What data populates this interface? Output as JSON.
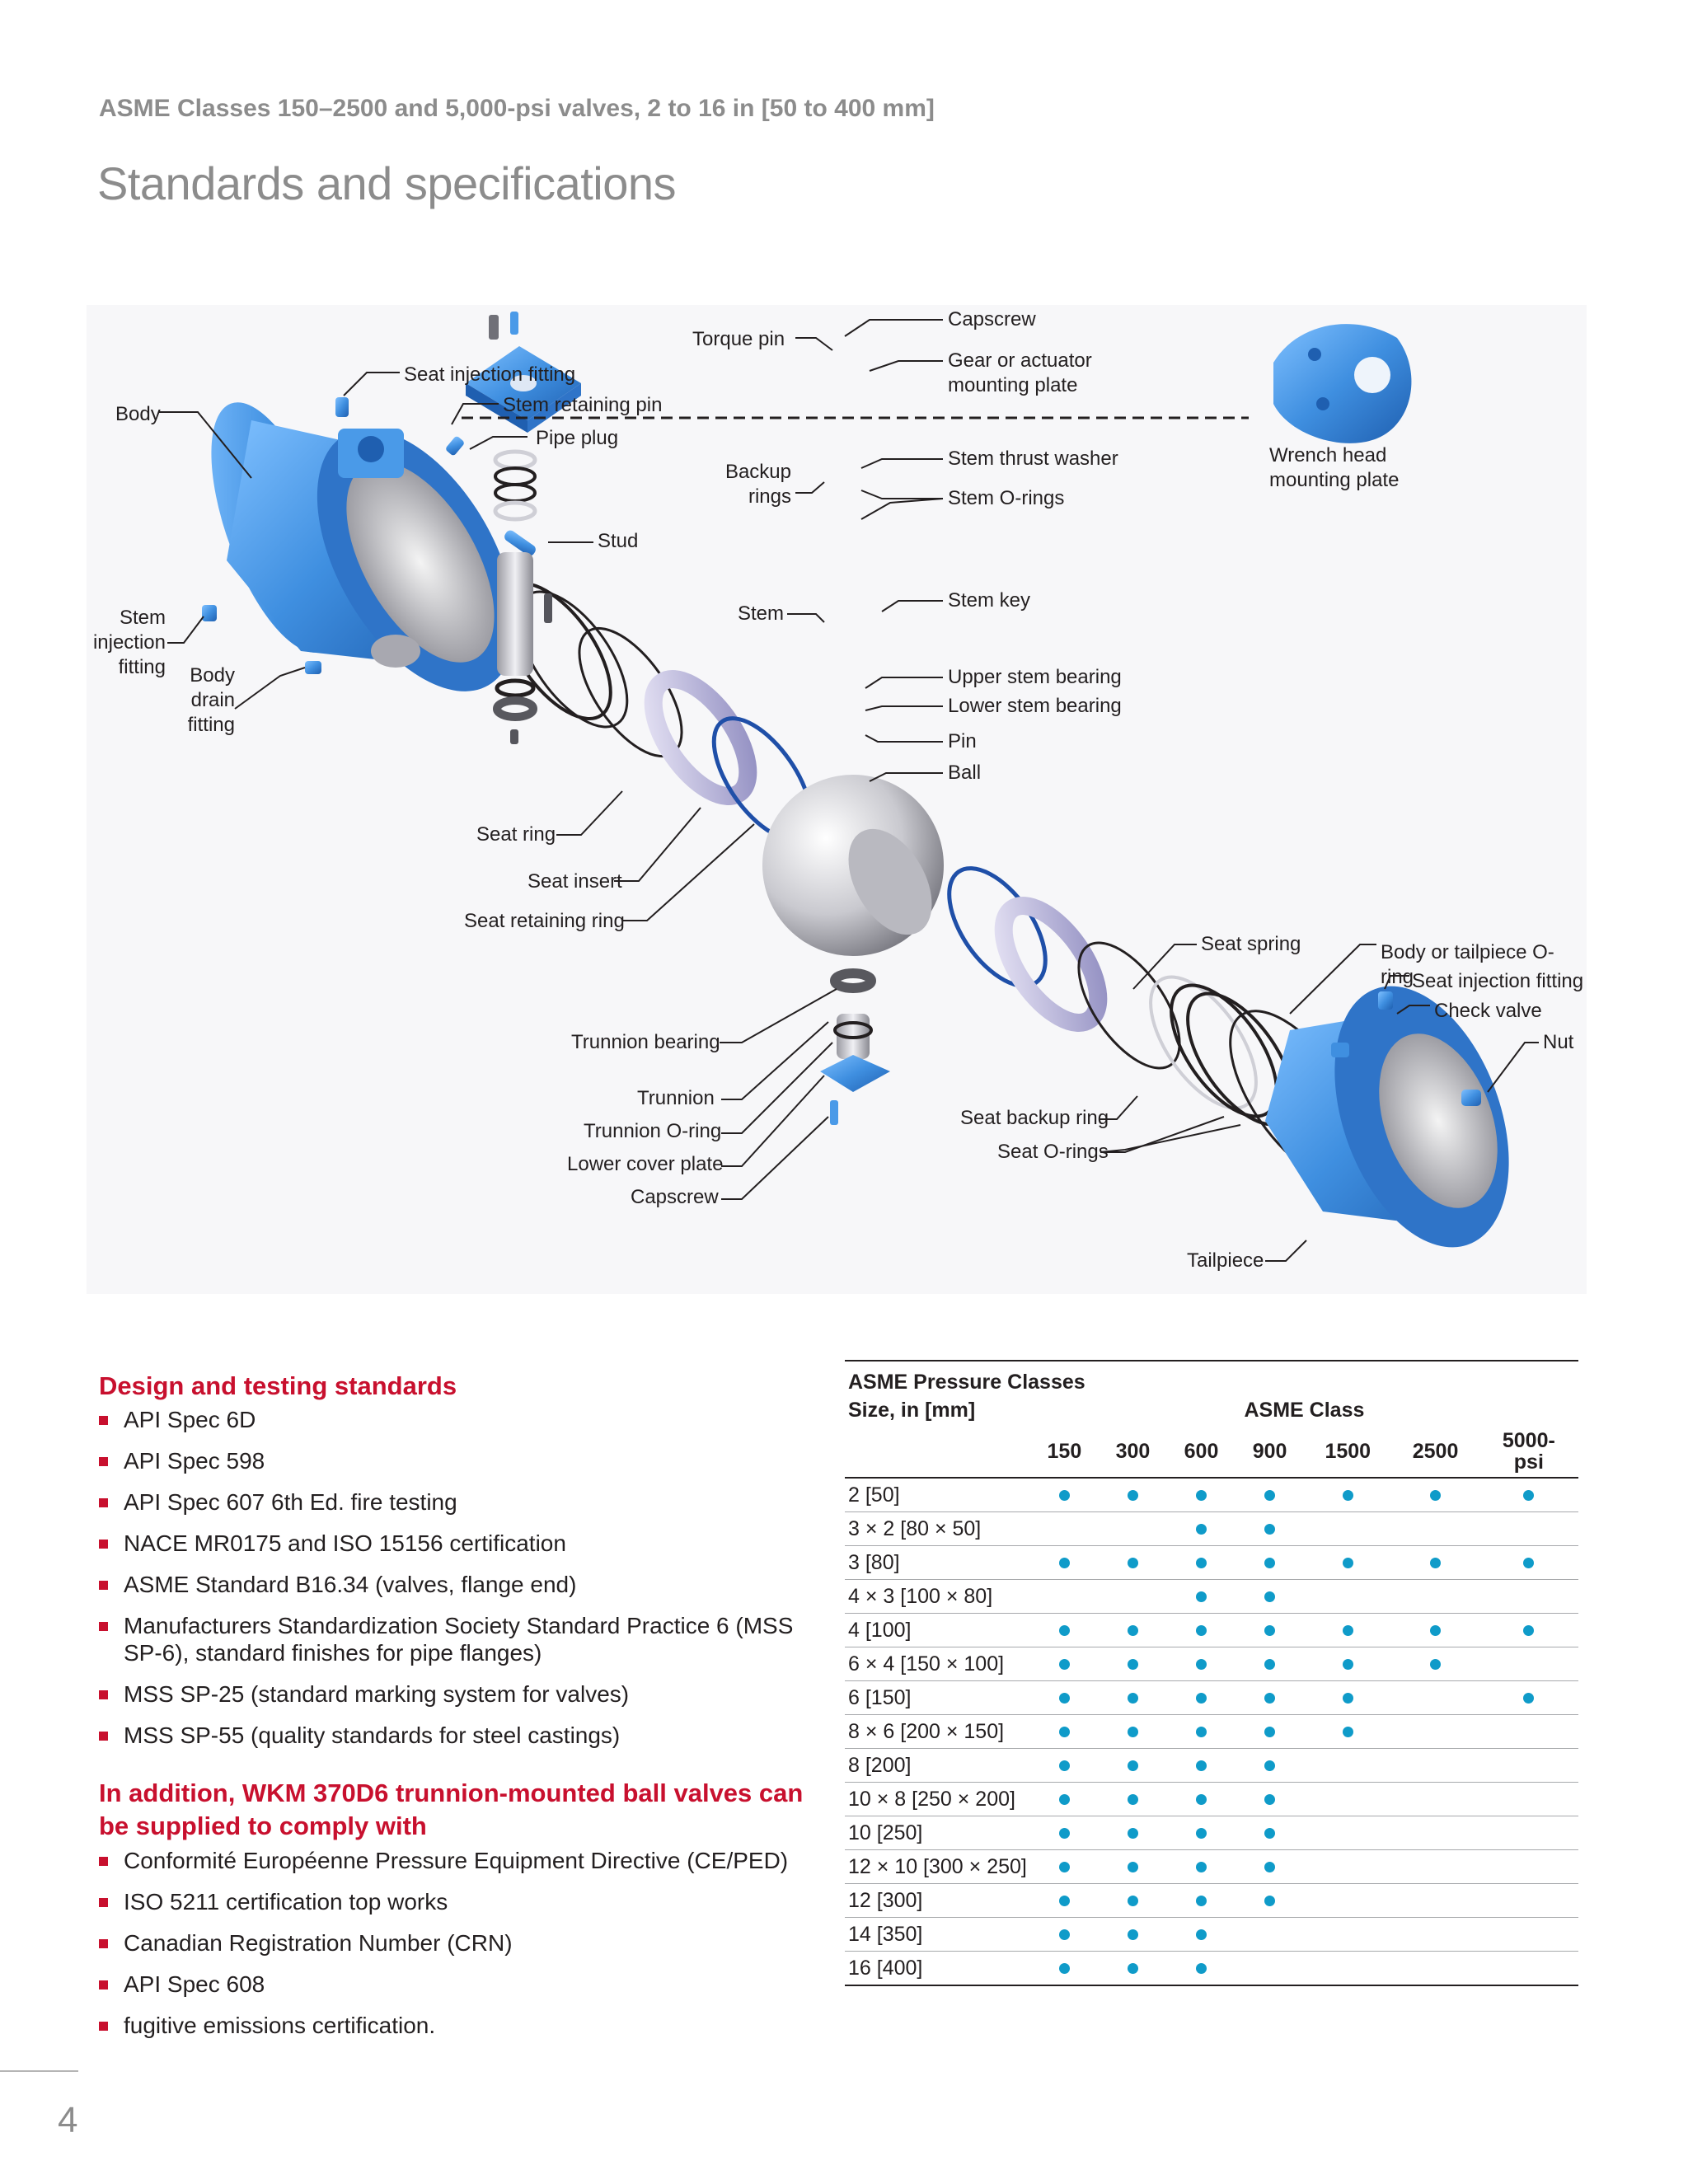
{
  "header": {
    "subtitle": "ASME Classes 150–2500 and 5,000-psi valves, 2 to 16 in [50 to 400 mm]",
    "title": "Standards and specifications"
  },
  "diagram": {
    "labels": {
      "body": "Body",
      "seat_injection_fitting": "Seat injection fitting",
      "stem_retaining_pin": "Stem retaining pin",
      "pipe_plug": "Pipe plug",
      "stud": "Stud",
      "stem_injection_fitting": "Stem\ninjection\nfitting",
      "body_drain_fitting": "Body\ndrain\nfitting",
      "torque_pin": "Torque pin",
      "capscrew_top": "Capscrew",
      "mounting_plate": "Gear or actuator\nmounting plate",
      "wrench_head": "Wrench head\nmounting plate",
      "backup_rings": "Backup\nrings",
      "stem_thrust_washer": "Stem thrust washer",
      "stem_orings": "Stem O-rings",
      "stem": "Stem",
      "stem_key": "Stem key",
      "upper_stem_bearing": "Upper stem bearing",
      "lower_stem_bearing": "Lower stem bearing",
      "pin": "Pin",
      "ball": "Ball",
      "seat_ring": "Seat ring",
      "seat_insert": "Seat insert",
      "seat_retaining_ring": "Seat retaining ring",
      "seat_spring": "Seat spring",
      "body_tailpiece_oring": "Body or tailpiece O-ring",
      "seat_injection_fitting_2": "Seat injection fitting",
      "check_valve": "Check valve",
      "nut": "Nut",
      "trunnion_bearing": "Trunnion bearing",
      "trunnion": "Trunnion",
      "trunnion_oring": "Trunnion O-ring",
      "lower_cover_plate": "Lower cover plate",
      "capscrew_bottom": "Capscrew",
      "seat_backup_ring": "Seat backup ring",
      "seat_orings": "Seat O-rings",
      "tailpiece": "Tailpiece"
    }
  },
  "design": {
    "heading": "Design and testing standards",
    "items": [
      "API Spec 6D",
      "API Spec 598",
      "API Spec 607 6th Ed. fire testing",
      "NACE MR0175 and ISO 15156 certification",
      "ASME Standard B16.34 (valves, flange end)",
      "Manufacturers Standardization Society Standard Practice 6 (MSS SP-6), standard finishes for pipe flanges)",
      "MSS SP-25 (standard marking system for valves)",
      "MSS SP-55 (quality standards for steel castings)"
    ]
  },
  "addition": {
    "heading": "In addition, WKM 370D6 trunnion-mounted ball valves can be supplied to comply with",
    "items": [
      "Conformité Européenne Pressure Equipment Directive (CE/PED)",
      "ISO 5211 certification top works",
      "Canadian Registration Number (CRN)",
      "API Spec 608",
      "fugitive emissions certification."
    ]
  },
  "table": {
    "caption": "ASME Pressure Classes",
    "size_header": "Size, in [mm]",
    "class_header": "ASME Class",
    "classes": [
      "150",
      "300",
      "600",
      "900",
      "1500",
      "2500",
      "5000-\npsi"
    ],
    "rows": [
      {
        "size": "2 [50]",
        "avail": [
          1,
          1,
          1,
          1,
          1,
          1,
          1
        ]
      },
      {
        "size": "3 × 2 [80 × 50]",
        "avail": [
          0,
          0,
          1,
          1,
          0,
          0,
          0
        ]
      },
      {
        "size": "3 [80]",
        "avail": [
          1,
          1,
          1,
          1,
          1,
          1,
          1
        ]
      },
      {
        "size": "4 × 3 [100 × 80]",
        "avail": [
          0,
          0,
          1,
          1,
          0,
          0,
          0
        ]
      },
      {
        "size": "4 [100]",
        "avail": [
          1,
          1,
          1,
          1,
          1,
          1,
          1
        ]
      },
      {
        "size": "6 × 4 [150 × 100]",
        "avail": [
          1,
          1,
          1,
          1,
          1,
          1,
          0
        ]
      },
      {
        "size": "6 [150]",
        "avail": [
          1,
          1,
          1,
          1,
          1,
          0,
          1
        ]
      },
      {
        "size": "8 × 6 [200 × 150]",
        "avail": [
          1,
          1,
          1,
          1,
          1,
          0,
          0
        ]
      },
      {
        "size": "8 [200]",
        "avail": [
          1,
          1,
          1,
          1,
          0,
          0,
          0
        ]
      },
      {
        "size": "10 × 8 [250 × 200]",
        "avail": [
          1,
          1,
          1,
          1,
          0,
          0,
          0
        ]
      },
      {
        "size": "10 [250]",
        "avail": [
          1,
          1,
          1,
          1,
          0,
          0,
          0
        ]
      },
      {
        "size": "12 × 10 [300 × 250]",
        "avail": [
          1,
          1,
          1,
          1,
          0,
          0,
          0
        ]
      },
      {
        "size": "12 [300]",
        "avail": [
          1,
          1,
          1,
          1,
          0,
          0,
          0
        ]
      },
      {
        "size": "14 [350]",
        "avail": [
          1,
          1,
          1,
          0,
          0,
          0,
          0
        ]
      },
      {
        "size": "16 [400]",
        "avail": [
          1,
          1,
          1,
          0,
          0,
          0,
          0
        ]
      }
    ]
  },
  "footer": {
    "page_number": "4"
  },
  "colors": {
    "accent_red": "#c8102e",
    "dot_blue": "#0f9bc9",
    "part_blue": "#3f8fe0",
    "gray_text": "#8c8c8c"
  }
}
